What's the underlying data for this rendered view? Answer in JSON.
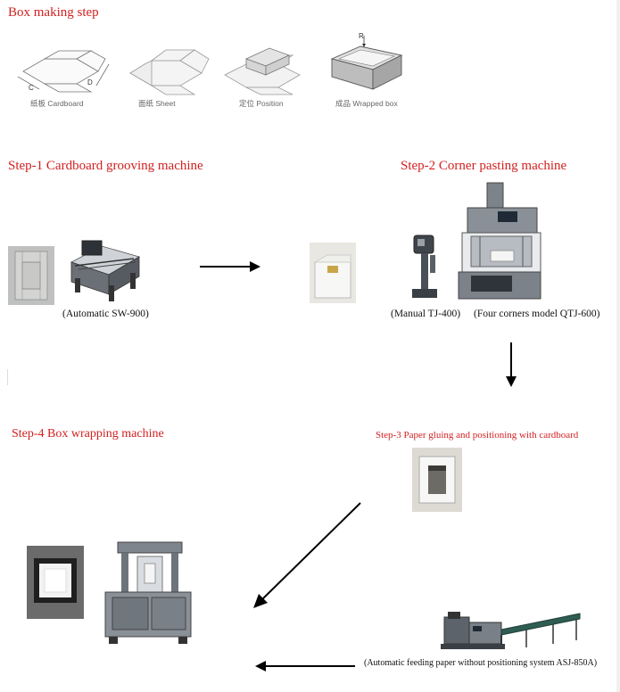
{
  "header": {
    "title": "Box making step"
  },
  "box_steps": [
    {
      "caption": "纸板 Cardboard",
      "dim_c": "C",
      "dim_d": "D"
    },
    {
      "caption": "面纸 Sheet"
    },
    {
      "caption": "定位 Position"
    },
    {
      "caption": "成品 Wrapped box",
      "dim_r": "R"
    }
  ],
  "step1": {
    "title": "Step-1 Cardboard grooving machine",
    "caption": "(Automatic SW-900)"
  },
  "step2": {
    "title": "Step-2 Corner pasting machine",
    "caption_manual": "(Manual TJ-400)",
    "caption_auto": "(Four corners model QTJ-600)"
  },
  "step3": {
    "title": "Step-3 Paper gluing and positioning with cardboard",
    "caption": "(Automatic feeding paper without positioning system ASJ-850A)"
  },
  "step4": {
    "title": "Step-4 Box wrapping machine"
  },
  "colors": {
    "title_red": "#d21f1f",
    "machine_gray": "#8a8f96",
    "arrow": "#000000"
  }
}
